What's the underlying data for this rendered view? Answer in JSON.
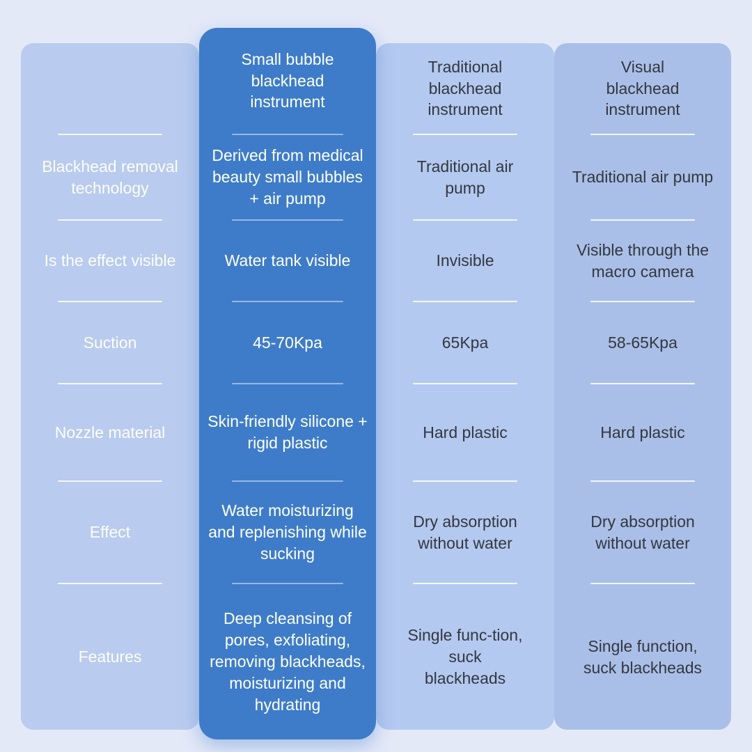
{
  "chart_data": {
    "type": "table",
    "row_labels": [
      "Blackhead removal technology",
      "Is the effect visible",
      "Suction",
      "Nozzle material",
      "Effect",
      "Features"
    ],
    "columns": [
      {
        "header": "Small bubble blackhead instrument",
        "highlighted": true,
        "cells": [
          "Derived from medical beauty small bubbles + air pump",
          "Water tank visible",
          "45-70Kpa",
          "Skin-friendly silicone + rigid plastic",
          "Water moisturizing and replenishing while sucking",
          "Deep cleansing of pores, exfoliating, removing blackheads, moisturizing and hydrating"
        ]
      },
      {
        "header": "Traditional blackhead instrument",
        "highlighted": false,
        "cells": [
          "Traditional air pump",
          "Invisible",
          "65Kpa",
          "Hard plastic",
          "Dry absorption without water",
          "Single func-tion, suck blackheads"
        ]
      },
      {
        "header": "Visual blackhead instrument",
        "highlighted": false,
        "cells": [
          "Traditional air pump",
          "Visible through the macro camera",
          "58-65Kpa",
          "Hard plastic",
          "Dry absorption without water",
          "Single function, suck blackheads"
        ]
      }
    ]
  },
  "colors": {
    "page_background": "#e4e9f8",
    "labels_column": "#b9cbee",
    "highlight_column": "#3e7cc9",
    "traditional_column": "#b4c9f0",
    "visual_column": "#aabfe8",
    "light_text": "#ffffff",
    "dark_text": "#33373d"
  }
}
